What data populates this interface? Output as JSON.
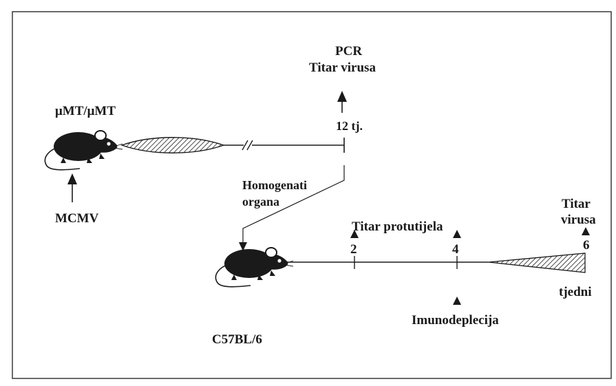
{
  "top_timeline": {
    "mouse_strain": "μMT/μMT",
    "infection_label": "MCMV",
    "endpoint_time": "12 tj.",
    "endpoint_labels": [
      "PCR",
      "Titar virusa"
    ]
  },
  "transfer": {
    "label_line1": "Homogenati",
    "label_line2": "organa"
  },
  "bottom_timeline": {
    "mouse_strain": "C57BL/6",
    "antibody_label": "Titar protutijela",
    "tick_2": "2",
    "tick_4": "4",
    "tick_6": "6",
    "virus_label_line1": "Titar",
    "virus_label_line2": "virusa",
    "depletion_label": "Imunodeplecija",
    "unit_label": "tjedni"
  },
  "colors": {
    "ink": "#1a1a1a",
    "frame": "#2a2a2a",
    "background": "#ffffff"
  },
  "icons": [
    "mouse-icon",
    "up-arrow-icon",
    "down-arrow-icon",
    "triangle-marker-icon"
  ]
}
